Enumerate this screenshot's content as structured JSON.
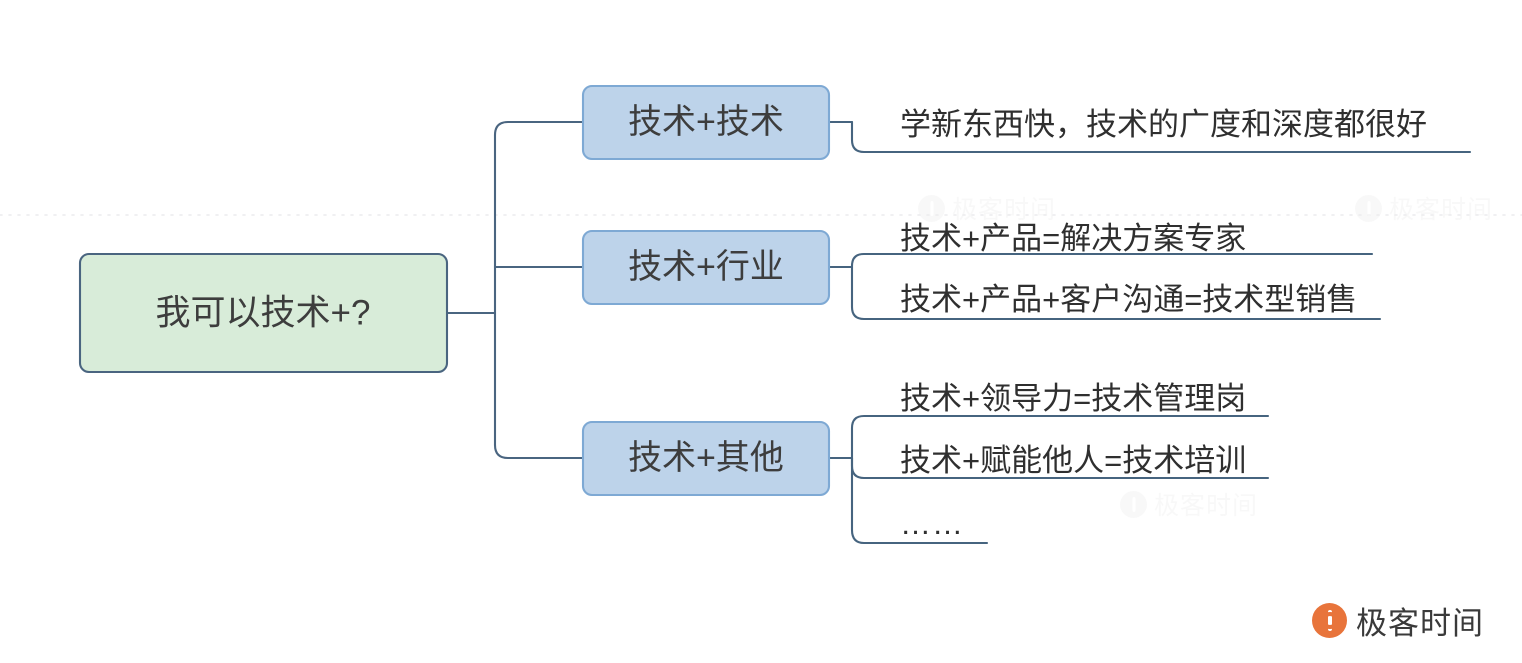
{
  "diagram": {
    "type": "mindmap",
    "title": "我可以技术+?",
    "root": {
      "label": "我可以技术+?",
      "fill_color": "#d8ecd9",
      "border_color": "#4a6580"
    },
    "branches": [
      {
        "label": "技术+技术",
        "fill_color": "#bdd3ea",
        "border_color": "#7ea9d4",
        "leaves": [
          {
            "text": "学新东西快，技术的广度和深度都很好"
          }
        ]
      },
      {
        "label": "技术+行业",
        "fill_color": "#bdd3ea",
        "border_color": "#7ea9d4",
        "leaves": [
          {
            "text": "技术+产品=解决方案专家"
          },
          {
            "text": "技术+产品+客户沟通=技术型销售"
          }
        ]
      },
      {
        "label": "技术+其他",
        "fill_color": "#bdd3ea",
        "border_color": "#7ea9d4",
        "leaves": [
          {
            "text": "技术+领导力=技术管理岗"
          },
          {
            "text": "技术+赋能他人=技术培训"
          },
          {
            "text": "……"
          }
        ]
      }
    ],
    "connector_color": "#4a6580"
  },
  "branding": {
    "logo_text": "极客时间",
    "logo_icon": "geekbang-circle-icon",
    "logo_color": "#e8743b",
    "watermarks": [
      {
        "text": "极客时间"
      },
      {
        "text": "极客时间"
      },
      {
        "text": "极客时间"
      }
    ]
  }
}
